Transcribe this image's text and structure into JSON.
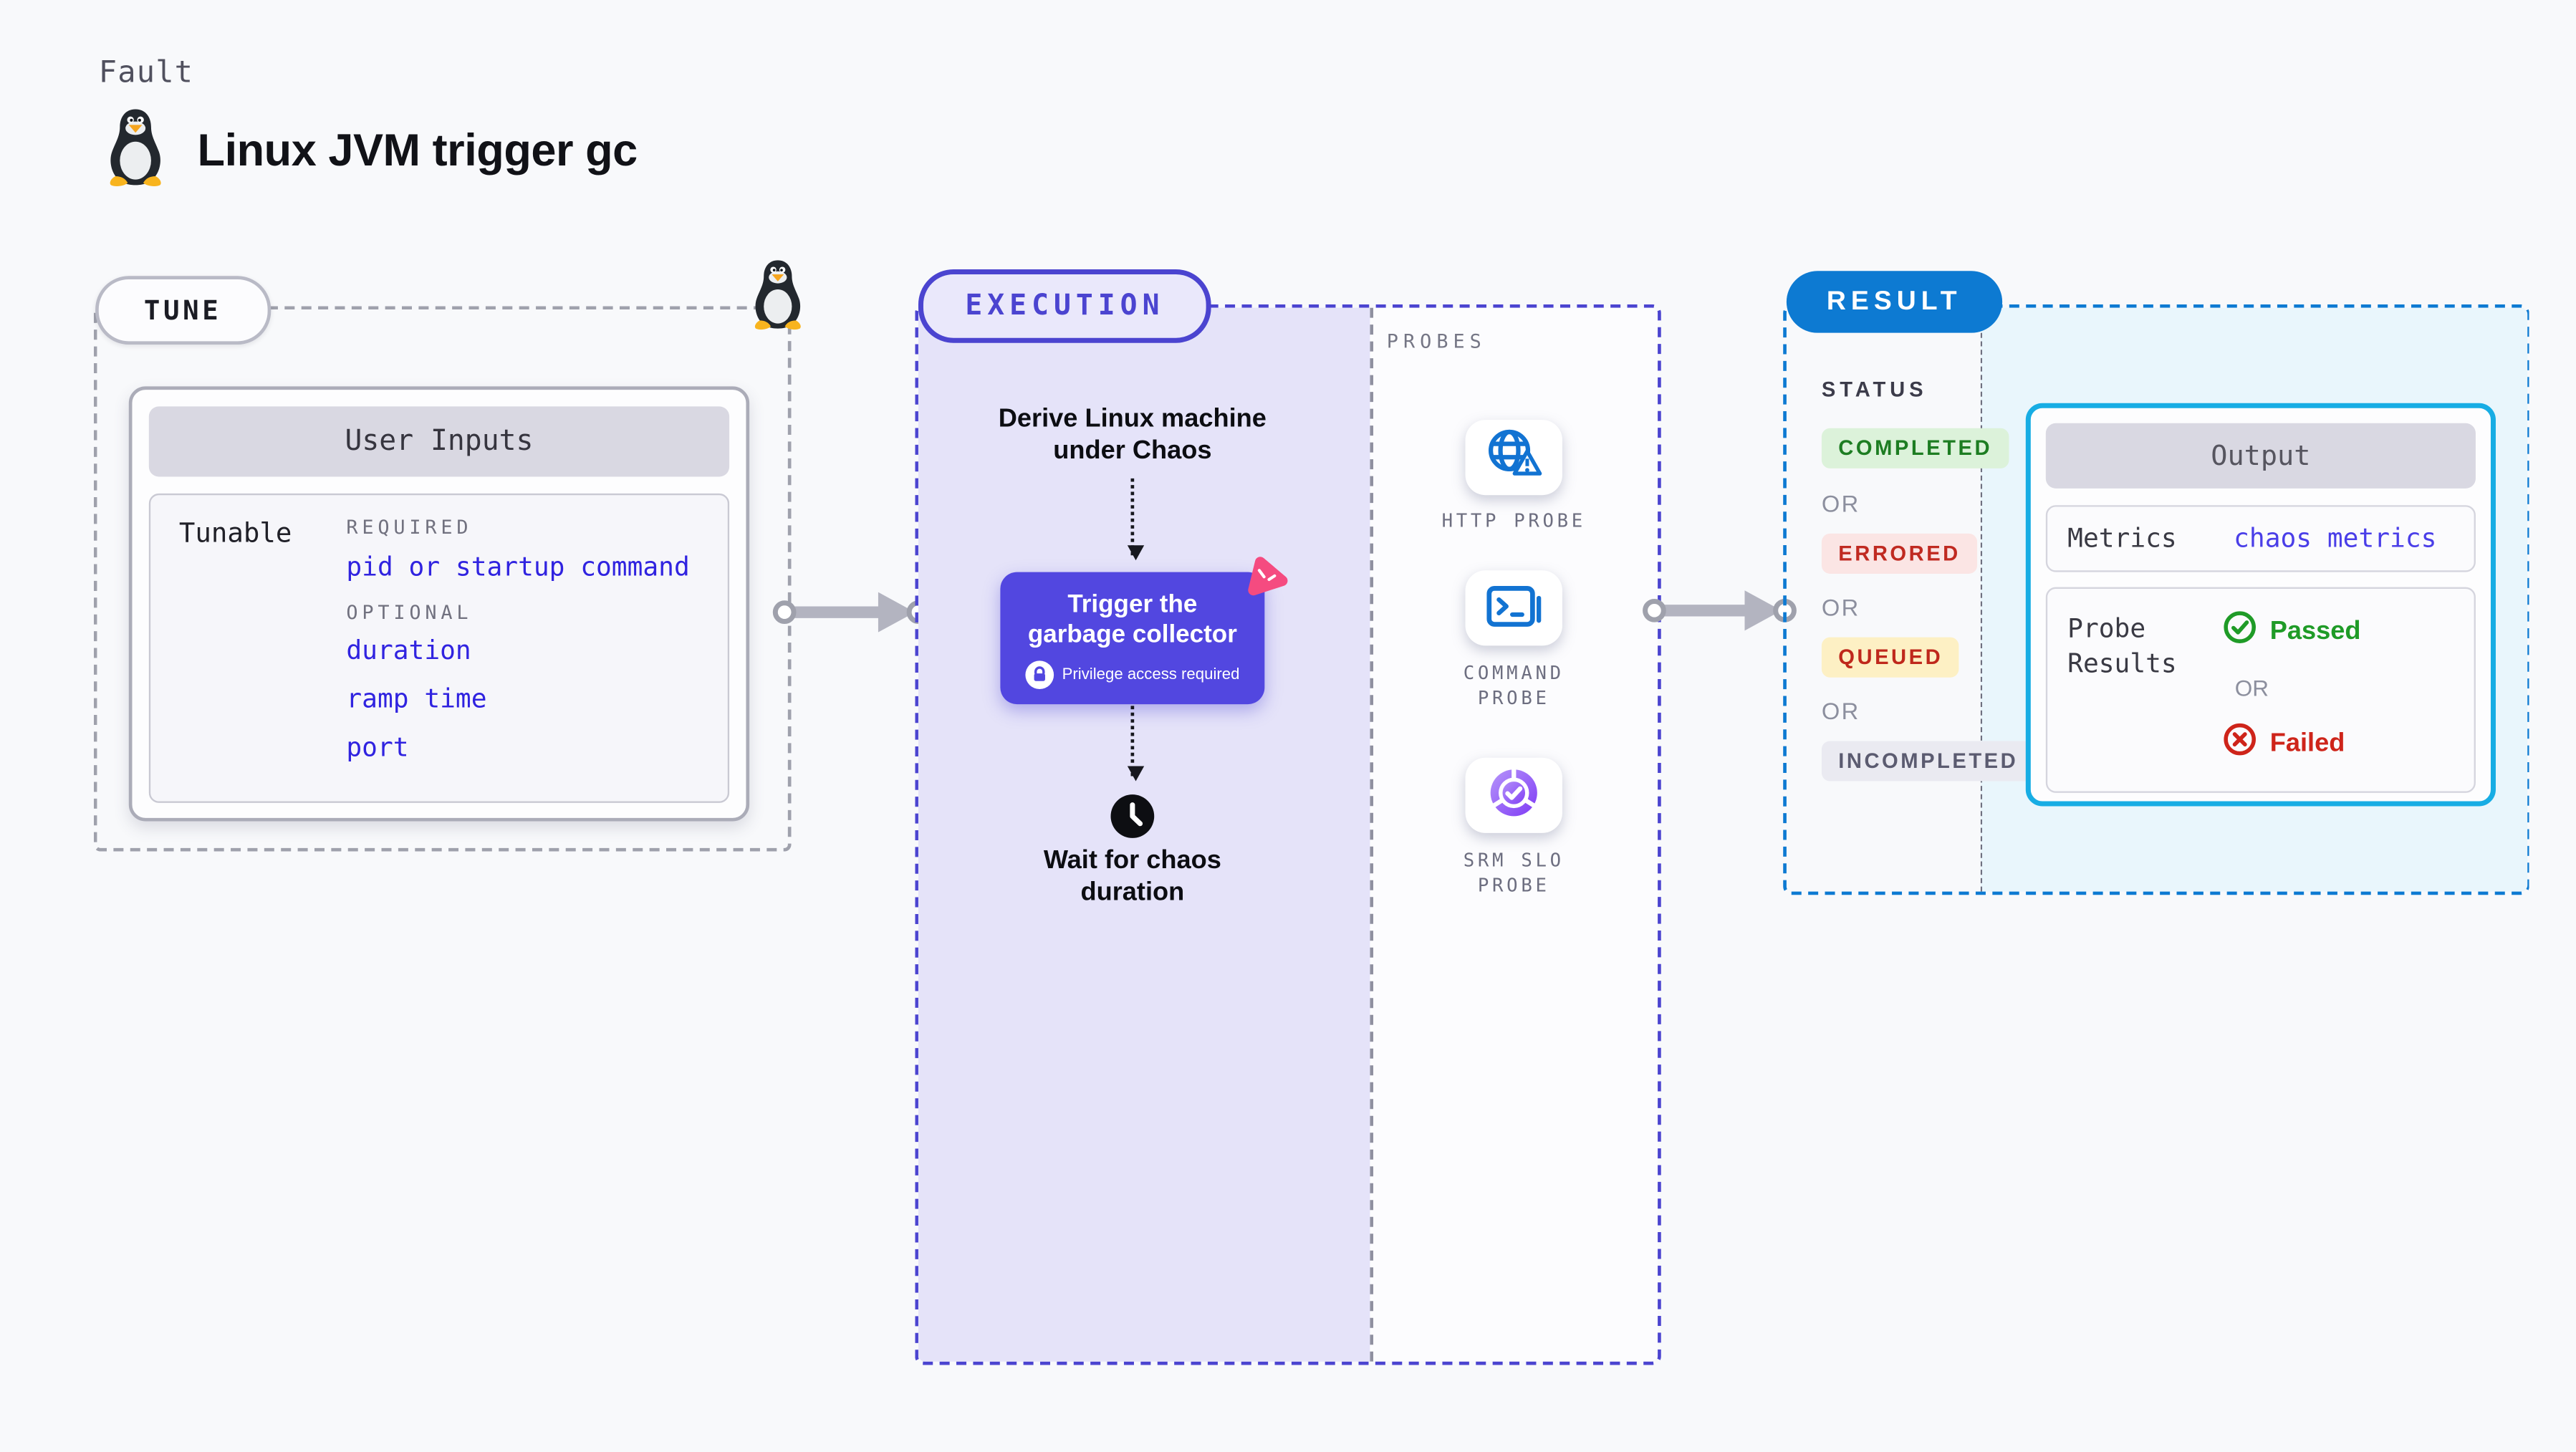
{
  "header": {
    "category": "Fault",
    "title": "Linux JVM trigger gc",
    "icon": "tux-penguin-icon"
  },
  "tune": {
    "badge": "TUNE",
    "corner_icon": "tux-penguin-icon",
    "user_inputs": {
      "title": "User Inputs",
      "row_label": "Tunable",
      "required_label": "REQUIRED",
      "required_items": [
        "pid or startup command"
      ],
      "optional_label": "OPTIONAL",
      "optional_items": [
        "duration",
        "ramp time",
        "port"
      ]
    }
  },
  "execution": {
    "badge": "EXECUTION",
    "steps": {
      "derive": "Derive Linux machine under Chaos",
      "trigger": {
        "title": "Trigger the garbage collector",
        "note": "Privilege access required",
        "note_icon": "lock-icon",
        "corner_icon": "chaos-experiment-icon"
      },
      "wait": {
        "label": "Wait for chaos duration",
        "icon": "clock-icon"
      }
    }
  },
  "probes": {
    "label": "PROBES",
    "items": [
      {
        "name": "HTTP PROBE",
        "icon": "globe-warning-icon"
      },
      {
        "name": "COMMAND PROBE",
        "icon": "terminal-icon"
      },
      {
        "name": "SRM SLO PROBE",
        "icon": "slo-pie-check-icon"
      }
    ]
  },
  "result": {
    "badge": "RESULT",
    "status_label": "STATUS",
    "or_label": "OR",
    "statuses": [
      {
        "label": "COMPLETED",
        "type": "completed"
      },
      {
        "label": "ERRORED",
        "type": "errored"
      },
      {
        "label": "QUEUED",
        "type": "queued"
      },
      {
        "label": "INCOMPLETED",
        "type": "incompleted"
      }
    ],
    "output": {
      "title": "Output",
      "metrics_label": "Metrics",
      "metrics_value": "chaos metrics",
      "probe_results_label": "Probe Results",
      "passed_label": "Passed",
      "failed_label": "Failed"
    }
  },
  "colors": {
    "page_bg": "#f8f9fb",
    "ink": "#111217",
    "tune_border": "#9fa1ac",
    "panel_header_bg": "#d9d8e2",
    "link_blue": "#3023e0",
    "indigo": "#4b44d0",
    "lavender": "#e5e3f9",
    "button_purple": "#5247e0",
    "pink": "#f54b80",
    "probe_blue": "#1273d2",
    "slo_purple": "#7f3bf5",
    "result_blue": "#0d7ad2",
    "cyan_border": "#17ade4",
    "cyan_bg": "#e9f6fc",
    "metrics_blue": "#4a3ee8",
    "green": "#1f9b27",
    "red": "#ce241a",
    "arrow_gray": "#b3b4c0",
    "completed_bg": "#dcf2da",
    "completed_fg": "#1d7d22",
    "errored_bg": "#fbe5e4",
    "errored_fg": "#c02a21",
    "queued_bg": "#fdf0c4",
    "queued_fg": "#bf281c",
    "incompleted_bg": "#eaeaf1",
    "incompleted_fg": "#5b5b70"
  }
}
